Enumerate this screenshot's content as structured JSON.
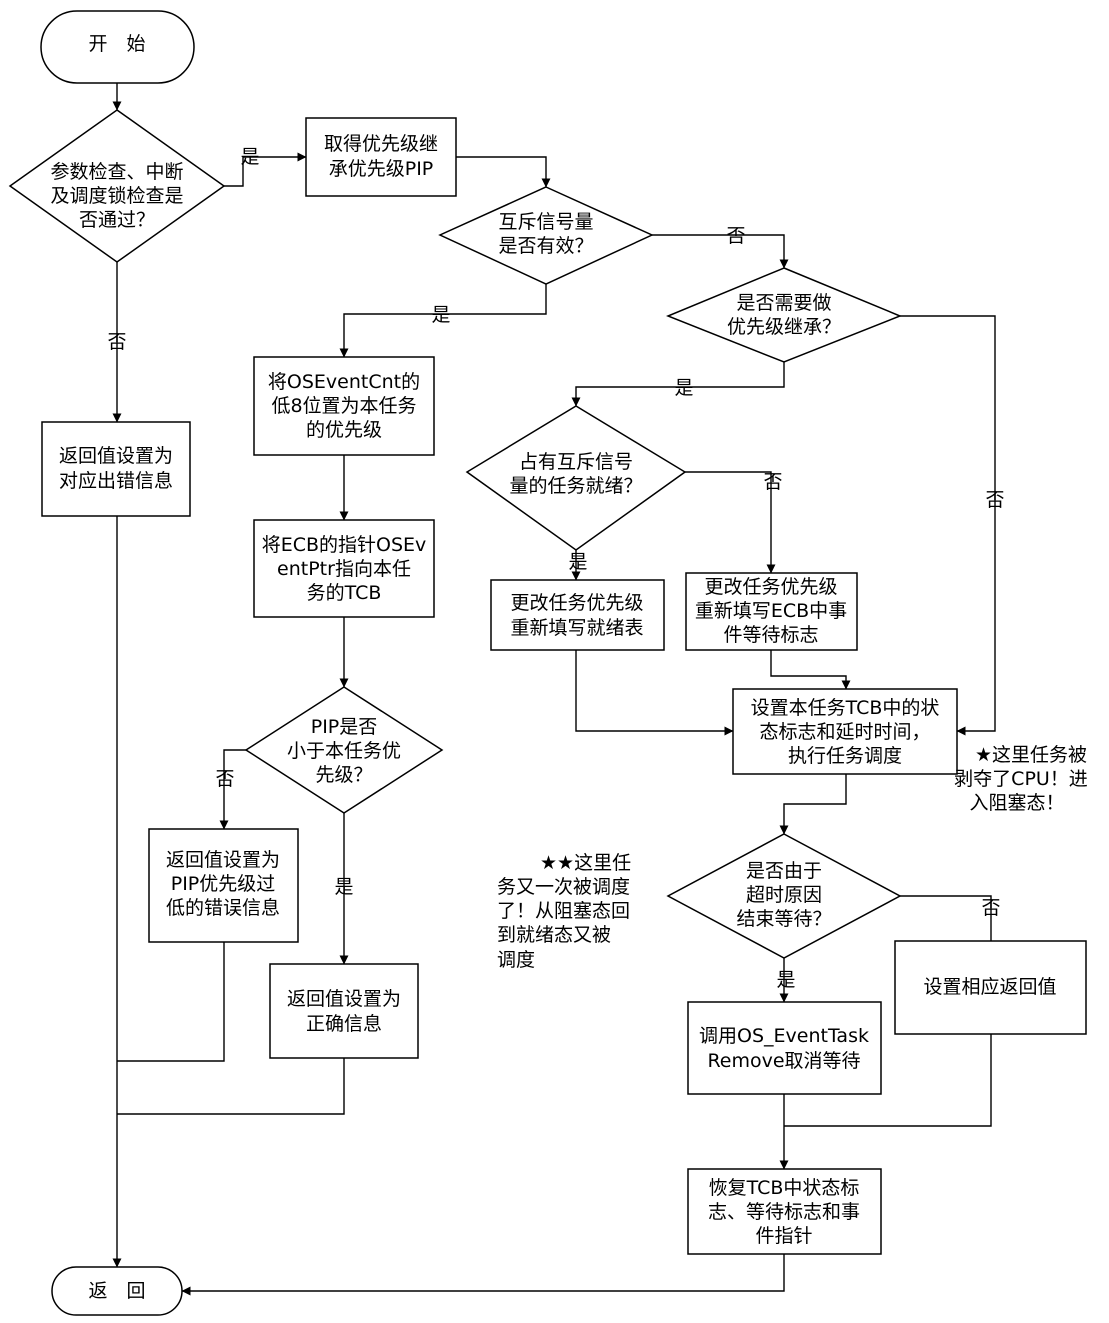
{
  "nodes": {
    "start": {
      "lines": [
        "开　始"
      ]
    },
    "check_params": {
      "lines": [
        "参数检查、中断",
        "及调度锁检查是",
        "否通过？"
      ]
    },
    "err_return": {
      "lines": [
        "返回值设置为",
        "对应出错信息"
      ]
    },
    "get_pip": {
      "lines": [
        "取得优先级继",
        "承优先级PIP"
      ]
    },
    "mutex_valid": {
      "lines": [
        "互斥信号量",
        "是否有效？"
      ]
    },
    "set_cnt": {
      "lines": [
        "将OSEventCnt的",
        "低8位置为本任务",
        "的优先级"
      ]
    },
    "set_ptr": {
      "lines": [
        "将ECB的指针OSEv",
        "entPtr指向本任",
        "务的TCB"
      ]
    },
    "pip_less": {
      "lines": [
        "PIP是否",
        "小于本任务优",
        "先级？"
      ]
    },
    "pip_err": {
      "lines": [
        "返回值设置为",
        "PIP优先级过",
        "低的错误信息"
      ]
    },
    "ok_return": {
      "lines": [
        "返回值设置为",
        "正确信息"
      ]
    },
    "need_inherit": {
      "lines": [
        "是否需要做",
        "优先级继承？"
      ]
    },
    "owner_ready": {
      "lines": [
        "占有互斥信号",
        "量的任务就绪？"
      ]
    },
    "change_ready": {
      "lines": [
        "更改任务优先级",
        "重新填写就绪表"
      ]
    },
    "change_ecb": {
      "lines": [
        "更改任务优先级",
        "重新填写ECB中事",
        "件等待标志"
      ]
    },
    "set_tcb": {
      "lines": [
        "设置本任务TCB中的状",
        "态标志和延时时间，",
        "执行任务调度"
      ]
    },
    "timeout": {
      "lines": [
        "是否由于",
        "超时原因",
        "结束等待？"
      ]
    },
    "remove_wait": {
      "lines": [
        "调用OS_EventTask",
        "Remove取消等待"
      ]
    },
    "set_ret": {
      "lines": [
        "设置相应返回值"
      ]
    },
    "restore": {
      "lines": [
        "恢复TCB中状态标",
        "志、等待标志和事",
        "件指针"
      ]
    },
    "end": {
      "lines": [
        "返　回"
      ]
    }
  },
  "edge_labels": {
    "check_yes": "是",
    "check_no": "否",
    "mutex_yes": "是",
    "mutex_no": "否",
    "pip_no": "否",
    "pip_yes": "是",
    "inherit_yes": "是",
    "inherit_no": "否",
    "owner_yes": "是",
    "owner_no": "否",
    "timeout_yes": "是",
    "timeout_no": "否"
  },
  "notes": {
    "preempted": {
      "lines": [
        "★这里任务被",
        "剥夺了CPU！进",
        "入阻塞态！"
      ]
    },
    "rescheduled": {
      "lines": [
        "★★这里任",
        "务又一次被调度",
        "了！从阻塞态回",
        "到就绪态又被",
        "调度"
      ]
    }
  }
}
